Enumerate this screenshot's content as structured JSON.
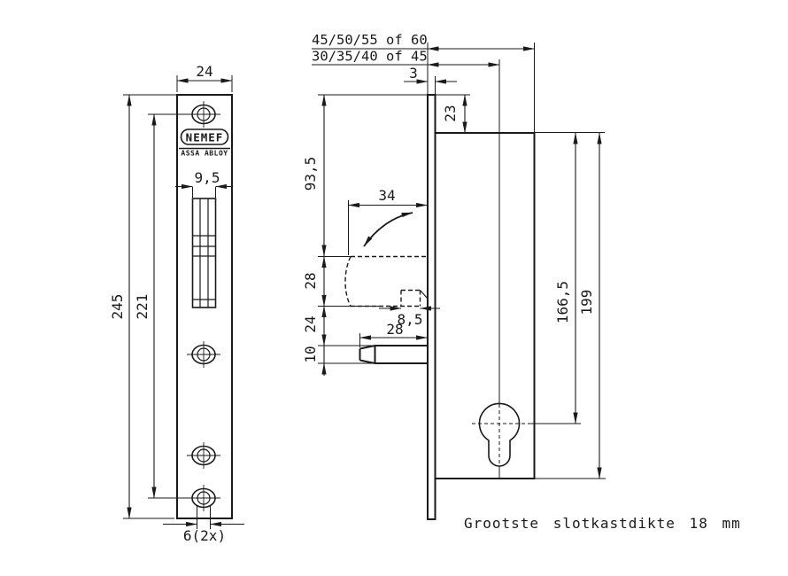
{
  "drawing": {
    "brand": {
      "primary": "NEMEF",
      "secondary": "ASSA ABLOY"
    },
    "footnote": "Grootste slotkastdikte 18 mm",
    "colors": {
      "line": "#1a1a1a",
      "background": "#ffffff"
    },
    "front_view": {
      "plate_width": "24",
      "slot_width": "9,5",
      "plate_height": "245",
      "hole_spacing": "221",
      "screw_hole": "6(2x)"
    },
    "side_view": {
      "backset_deep": "45/50/55 of 60",
      "backset_shallow": "30/35/40 of 45",
      "faceplate_thickness": "3",
      "case_top_offset": "23",
      "hook_top_offset": "93,5",
      "hook_reach": "34",
      "hook_height": "28",
      "hook_tip": "8,5",
      "hook_bolt_gap": "24",
      "bolt_length": "28",
      "bolt_height": "10",
      "cylinder_center": "166,5",
      "case_length": "199"
    }
  }
}
